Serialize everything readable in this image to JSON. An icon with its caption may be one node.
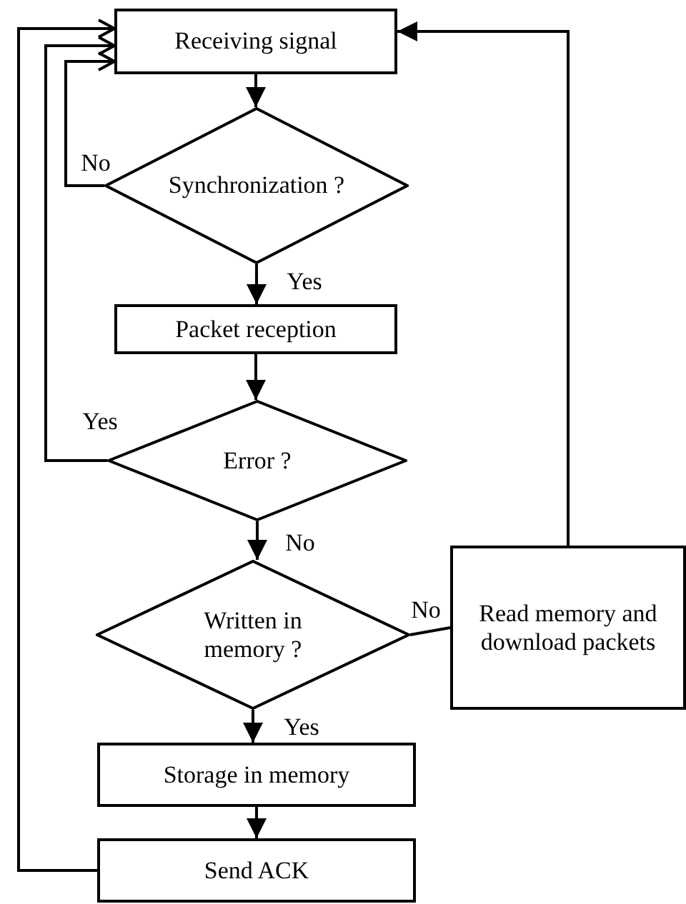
{
  "diagram": {
    "nodes": [
      {
        "text": [
          "Receiving signal"
        ]
      },
      {
        "text": [
          "Synchronization ?"
        ]
      },
      {
        "text": [
          "Packet reception"
        ]
      },
      {
        "text": [
          "Error ?"
        ]
      },
      {
        "text": [
          "Written in memory ?"
        ]
      },
      {
        "text": [
          "Read memory and download packets"
        ]
      },
      {
        "text": [
          "Storage in memory"
        ]
      },
      {
        "text": [
          "Send ACK"
        ]
      }
    ],
    "edges": [
      {
        "from": 0,
        "to": 1,
        "arrow": "to"
      },
      {
        "from": 1,
        "to": 0,
        "arrow": "to",
        "label": "No"
      },
      {
        "from": 1,
        "to": 2,
        "arrow": "to",
        "label": "Yes"
      },
      {
        "from": 2,
        "to": 3,
        "arrow": "to"
      },
      {
        "from": 3,
        "to": 0,
        "arrow": "to",
        "label": "Yes"
      },
      {
        "from": 3,
        "to": 4,
        "arrow": "to",
        "label": "No"
      },
      {
        "from": 4,
        "to": 5,
        "arrow": "none",
        "label": "No"
      },
      {
        "from": 4,
        "to": 6,
        "arrow": "to",
        "label": "Yes"
      },
      {
        "from": 5,
        "to": 0,
        "arrow": "to"
      },
      {
        "from": 6,
        "to": 7,
        "arrow": "to"
      },
      {
        "from": 7,
        "to": 0,
        "arrow": "to"
      }
    ]
  }
}
